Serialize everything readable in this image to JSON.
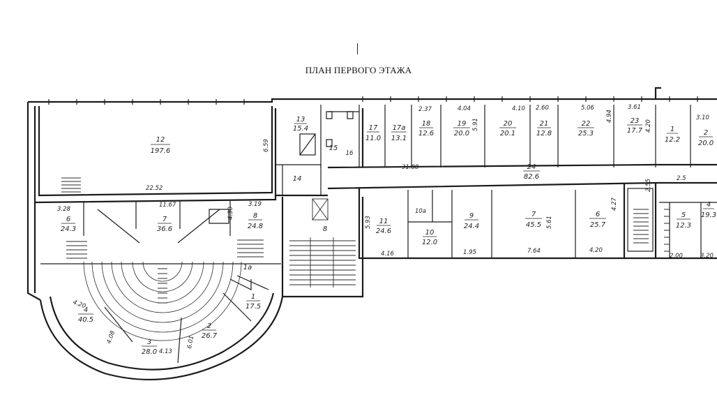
{
  "title": "ПЛАН ПЕРВОГО ЭТАЖА",
  "rooms": [
    {
      "num": "12",
      "area": "197.6"
    },
    {
      "num": "13",
      "area": "15.4"
    },
    {
      "num": "14",
      "area": ""
    },
    {
      "num": "15",
      "area": ""
    },
    {
      "num": "16",
      "area": ""
    },
    {
      "num": "17",
      "area": "11.0"
    },
    {
      "num": "17а",
      "area": "13.1"
    },
    {
      "num": "18",
      "area": "12.6"
    },
    {
      "num": "19",
      "area": "20.0"
    },
    {
      "num": "20",
      "area": "20.1"
    },
    {
      "num": "21",
      "area": "12.8"
    },
    {
      "num": "22",
      "area": "25.3"
    },
    {
      "num": "23",
      "area": "17.7"
    },
    {
      "num": "1",
      "area": "12.2"
    },
    {
      "num": "2",
      "area": "20.0"
    },
    {
      "num": "24",
      "area": "82.6"
    },
    {
      "num": "6",
      "area": "24.3"
    },
    {
      "num": "7",
      "area": "36.6"
    },
    {
      "num": "8",
      "area": "24.8"
    },
    {
      "num": "8",
      "area": ""
    },
    {
      "num": "11",
      "area": "24.6"
    },
    {
      "num": "10а",
      "area": ""
    },
    {
      "num": "10",
      "area": "12.0"
    },
    {
      "num": "9",
      "area": "24.4"
    },
    {
      "num": "7",
      "area": "45.5"
    },
    {
      "num": "6",
      "area": "25.7"
    },
    {
      "num": "5",
      "area": "12.3"
    },
    {
      "num": "4",
      "area": "19.3"
    },
    {
      "num": "1а",
      "area": ""
    },
    {
      "num": "1",
      "area": "17.5"
    },
    {
      "num": "2",
      "area": "26.7"
    },
    {
      "num": "3",
      "area": "28.0"
    },
    {
      "num": "4",
      "area": "40.5"
    }
  ],
  "dimensions": {
    "d_2237": "2.37",
    "d_404": "4.04",
    "d_410": "4.10",
    "d_260": "2.60",
    "d_506": "5.06",
    "d_361": "3.61",
    "d_310": "3.10",
    "d_659": "6.59",
    "d_3188": "31.88",
    "d_2252": "22.52",
    "d_1167": "11.67",
    "d_328": "3.28",
    "d_319": "3.19",
    "d_430": "4.30",
    "d_416": "4.16",
    "d_195": "1.95",
    "d_764": "7.64",
    "d_420": "4.20",
    "d_200": "2.00",
    "d_320": "3.20",
    "d_25": "2.5",
    "d_255": "2.55",
    "d_593": "5.93",
    "d_494": "4.94",
    "d_420b": "4.20",
    "d_408": "4.08",
    "d_601": "6.01",
    "d_413": "4.13",
    "d_591": "5.91",
    "d_561": "5.61",
    "d_420c": "4.20",
    "d_427": "4.27"
  }
}
